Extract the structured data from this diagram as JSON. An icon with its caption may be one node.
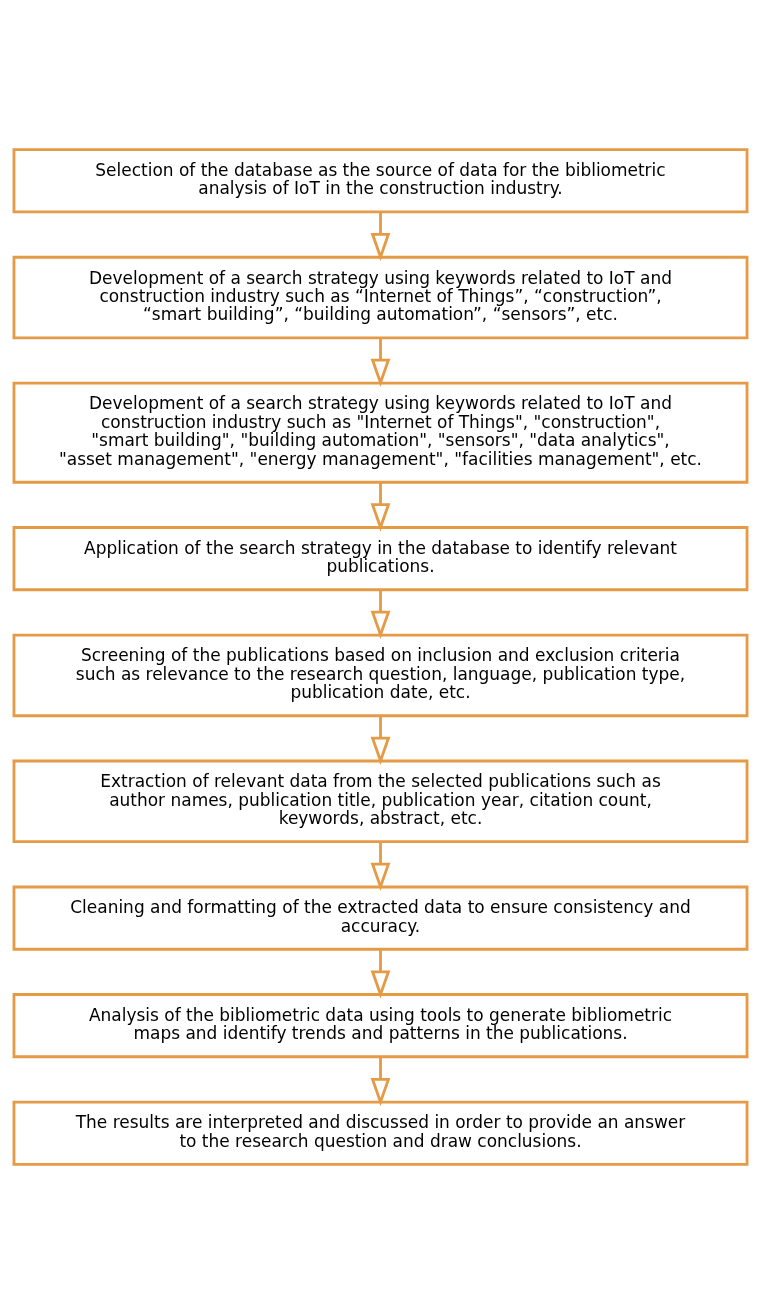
{
  "diagram": {
    "nodes": [
      {
        "text": [
          "Selection of the database as the source of data for the bibliometric analysis of IoT in the construction industry."
        ]
      },
      {
        "text": [
          "Development of a search strategy using keywords related to IoT and construction industry such as “Internet of Things”, “construction”, “smart building”, “building automation”, “sensors”, etc."
        ]
      },
      {
        "text": [
          "Development of a search strategy using keywords related to IoT and construction industry such as \"Internet of Things\", \"construction\", \"smart building\", \"building automation\", \"sensors\", \"data analytics\", \"asset management\", \"energy management\", \"facilities management\", etc."
        ]
      },
      {
        "text": [
          "Application of the search strategy in the database to identify relevant publications."
        ]
      },
      {
        "text": [
          "Screening of the publications based on inclusion and exclusion criteria such as relevance to the research question, language, publication type, publication date, etc."
        ]
      },
      {
        "text": [
          "Extraction of relevant data from the selected publications such as author names, publication title, publication year, citation count, keywords, abstract, etc."
        ]
      },
      {
        "text": [
          "Cleaning and formatting of the extracted data to ensure consistency and accuracy."
        ]
      },
      {
        "text": [
          "Analysis of the bibliometric data using tools to generate bibliometric maps and identify trends and patterns in the publications."
        ]
      },
      {
        "text": [
          "The results are interpreted and discussed in order to provide an answer to the research question and draw conclusions."
        ]
      }
    ],
    "edges": [
      {
        "from": 0,
        "to": 1,
        "arrow": "to"
      },
      {
        "from": 1,
        "to": 2,
        "arrow": "to"
      },
      {
        "from": 2,
        "to": 3,
        "arrow": "to"
      },
      {
        "from": 3,
        "to": 4,
        "arrow": "to"
      },
      {
        "from": 4,
        "to": 5,
        "arrow": "to"
      },
      {
        "from": 5,
        "to": 6,
        "arrow": "to"
      },
      {
        "from": 6,
        "to": 7,
        "arrow": "to"
      },
      {
        "from": 7,
        "to": 8,
        "arrow": "to"
      }
    ]
  }
}
